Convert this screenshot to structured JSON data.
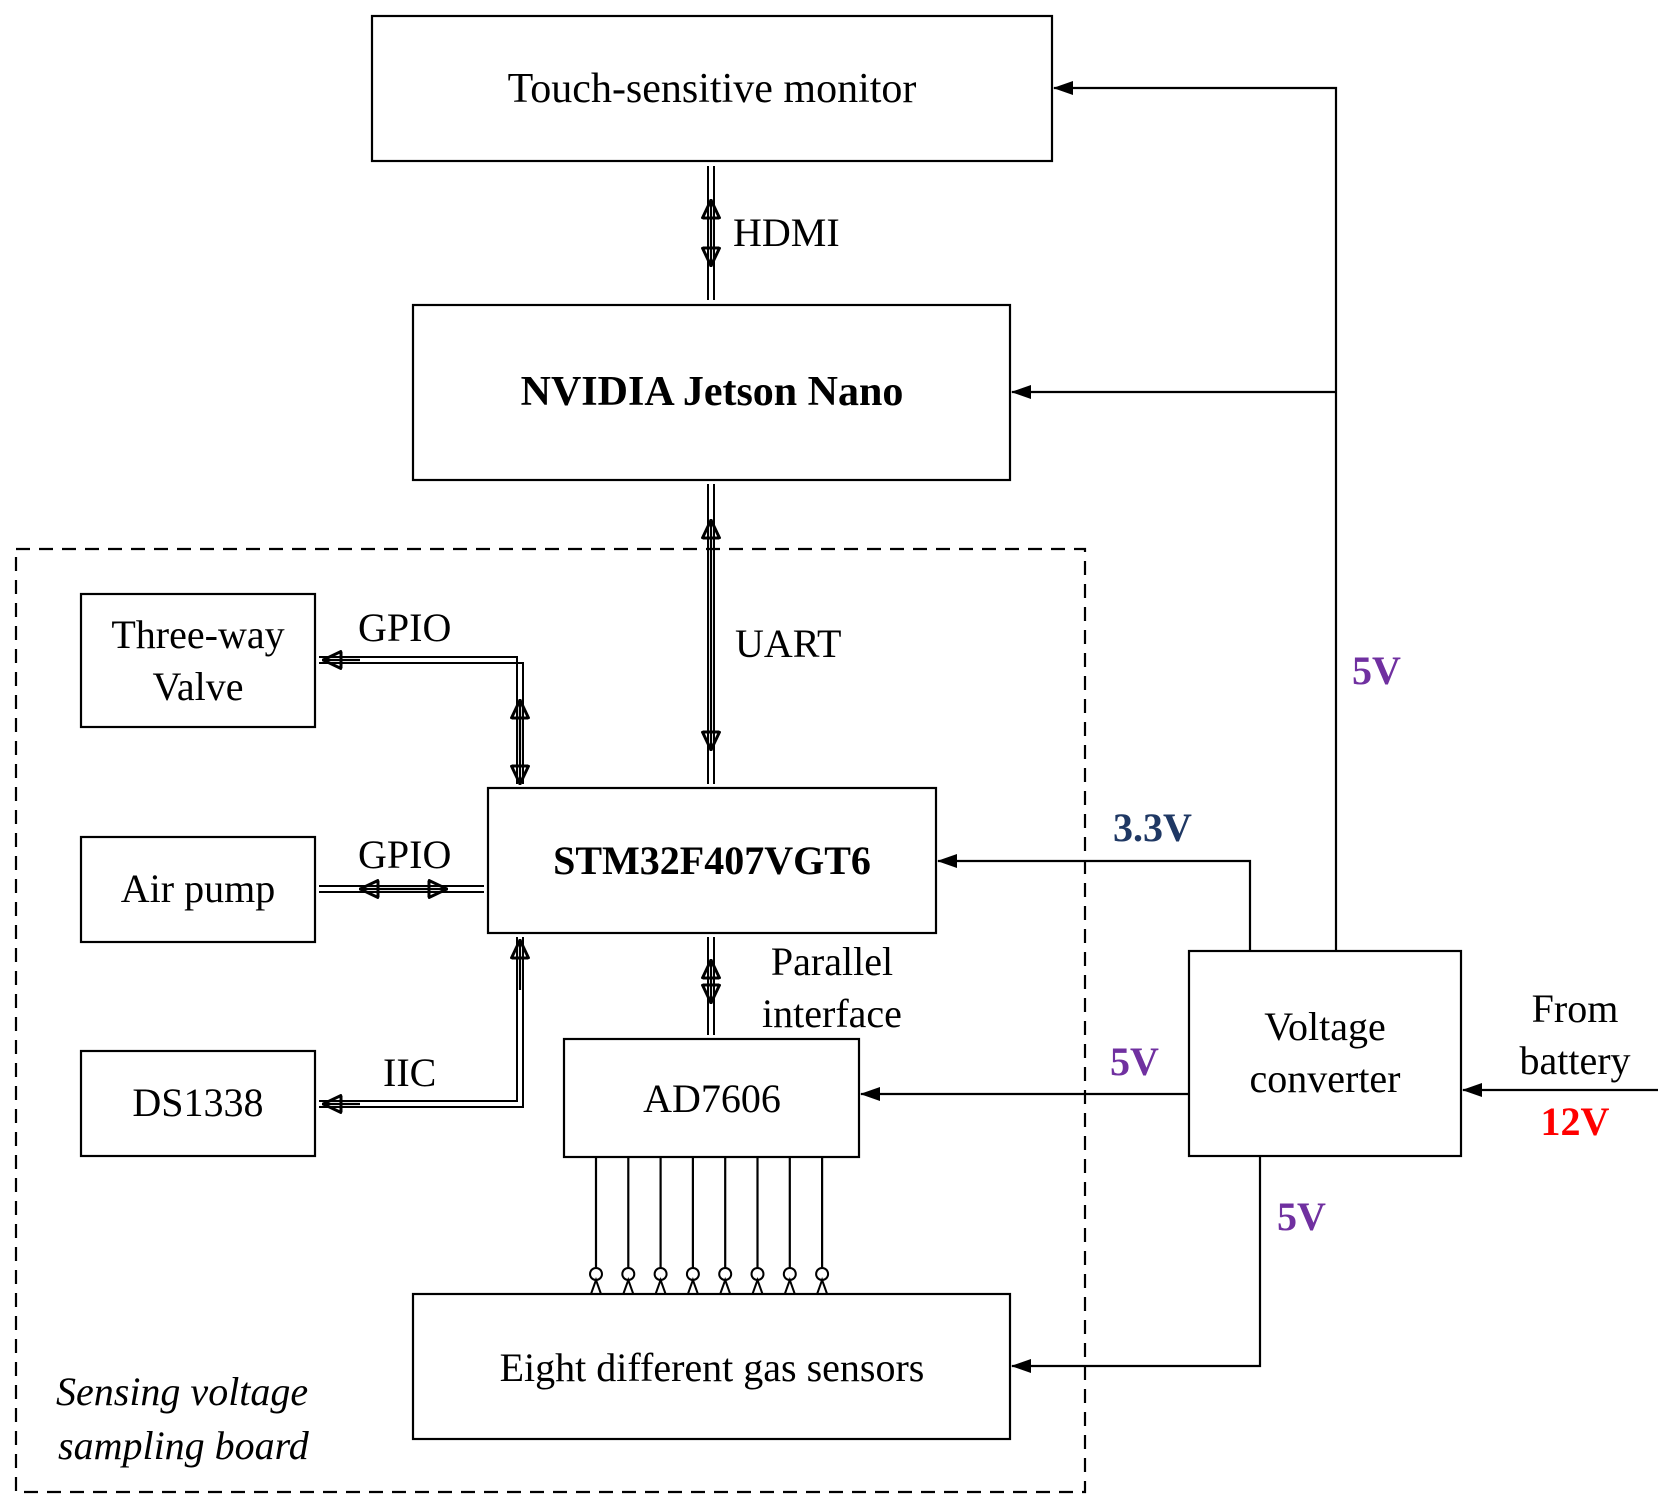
{
  "blocks": {
    "touch_monitor": "Touch-sensitive monitor",
    "jetson": "NVIDIA Jetson Nano",
    "stm32": "STM32F407VGT6",
    "three_way_valve": [
      "Three-way",
      "Valve"
    ],
    "air_pump": "Air pump",
    "ds1338": "DS1338",
    "ad7606": "AD7606",
    "gas_sensors": "Eight different gas sensors",
    "voltage_converter": [
      "Voltage",
      "converter"
    ]
  },
  "interfaces": {
    "hdmi": "HDMI",
    "uart": "UART",
    "gpio_valve": "GPIO",
    "gpio_pump": "GPIO",
    "iic": "IIC",
    "parallel": [
      "Parallel",
      "interface"
    ]
  },
  "power": {
    "v_monitor_jetson": "5V",
    "v_stm32": "3.3V",
    "v_ad7606": "5V",
    "v_sensors": "5V",
    "battery_label": [
      "From",
      "battery"
    ],
    "battery_voltage": "12V"
  },
  "board_label": [
    "Sensing voltage",
    "sampling board"
  ],
  "colors": {
    "five_volt": "#7030a0",
    "three_volt": "#1f3864",
    "battery": "#ff0000",
    "line": "#000000"
  },
  "sensor_channel_count": 8
}
